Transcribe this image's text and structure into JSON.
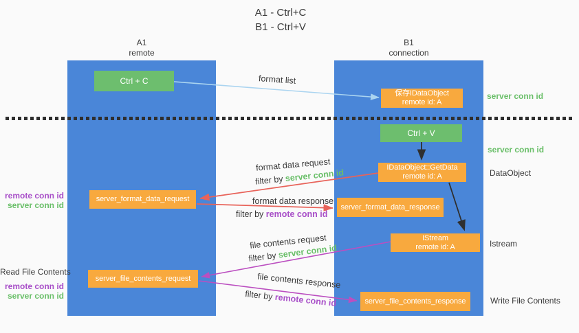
{
  "colors": {
    "background": "#fafafa",
    "lane_blue": "#4a86d8",
    "box_green": "#6dbe6e",
    "box_orange": "#f8a93e",
    "text_green": "#6abf69",
    "text_purple": "#a84fc8",
    "text_dark": "#3a3a3a",
    "arrow_blue": "#aad4f0",
    "arrow_black": "#2f2f2f",
    "arrow_red": "#e8635a",
    "arrow_magenta": "#bb4fc0",
    "divider_dark": "#2f2f2f"
  },
  "title": {
    "line1": "A1 - Ctrl+C",
    "line2": "B1 - Ctrl+V"
  },
  "lanes": {
    "left": {
      "name": "A1",
      "role": "remote"
    },
    "right": {
      "name": "B1",
      "role": "connection"
    }
  },
  "boxes": {
    "ctrl_c": {
      "label": "Ctrl + C"
    },
    "save_idataobject": {
      "line1": "保存IDataObject",
      "line2": "remote id: A"
    },
    "ctrl_v": {
      "label": "Ctrl + V"
    },
    "getdata": {
      "line1": "IDataObject::GetData",
      "line2": "remote id: A"
    },
    "format_request": {
      "label": "server_format_data_request"
    },
    "format_response": {
      "label": "server_format_data_response"
    },
    "istream": {
      "line1": "IStream",
      "line2": "remote id: A"
    },
    "file_request": {
      "label": "server_file_contents_request"
    },
    "file_response": {
      "label": "server_file_contents_response"
    }
  },
  "flow_labels": {
    "format_list": "format list",
    "format_data_request": "format data request",
    "format_data_response": "format data response",
    "file_contents_request": "file contents request",
    "file_contents_response": "file contents response",
    "filter_by": "filter by ",
    "server_conn_id": "server conn id",
    "remote_conn_id": "remote conn id"
  },
  "side_labels": {
    "right_server_conn_id_top": "server conn id",
    "right_server_conn_id_mid": "server conn id",
    "dataobject": "DataObject",
    "istream": "Istream",
    "write_file_contents": "Write File Contents",
    "left_remote_conn_id_1": "remote conn id",
    "left_server_conn_id_1": "server conn id",
    "read_file_contents": "Read File Contents",
    "left_remote_conn_id_2": "remote conn id",
    "left_server_conn_id_2": "server conn id"
  }
}
